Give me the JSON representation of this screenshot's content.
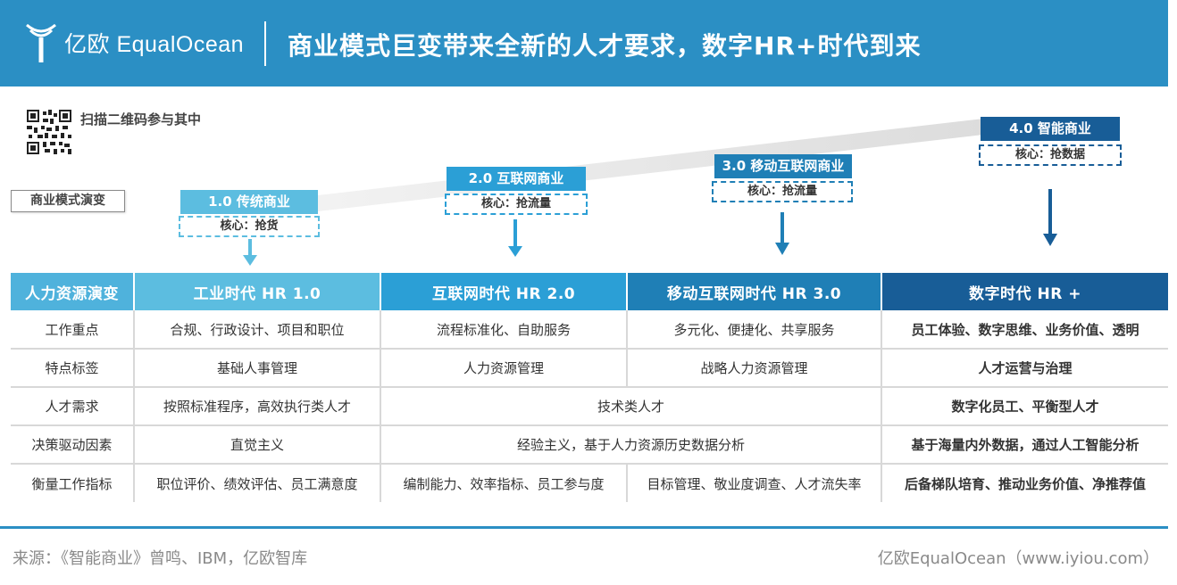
{
  "header": {
    "logo_text": "亿欧 EqualOcean",
    "title": "商业模式巨变带来全新的人才要求，数字HR+时代到来"
  },
  "qr": {
    "caption": "扫描二维码参与其中"
  },
  "evolution_label": "商业模式演变",
  "stages": [
    {
      "label": "1.0 传统商业",
      "core": "核心：抢货",
      "color": "#5cbde0"
    },
    {
      "label": "2.0 互联网商业",
      "core": "核心：抢流量",
      "color": "#2b9fd6"
    },
    {
      "label": "3.0 移动互联网商业",
      "core": "核心：抢流量",
      "color": "#1f7fb6"
    },
    {
      "label": "4.0 智能商业",
      "core": "核心：抢数据",
      "color": "#185d97"
    }
  ],
  "table": {
    "headers": [
      {
        "label": "人力资源演变",
        "color": "#4fb2dc"
      },
      {
        "label": "工业时代 HR 1.0",
        "color": "#5cbde0"
      },
      {
        "label": "互联网时代 HR 2.0",
        "color": "#2b9fd6"
      },
      {
        "label": "移动互联网时代 HR 3.0",
        "color": "#1f7fb6"
      },
      {
        "label": "数字时代 HR +",
        "color": "#185d97"
      }
    ],
    "rows": [
      {
        "label": "工作重点",
        "c1": "合规、行政设计、项目和职位",
        "c2": "流程标准化、自助服务",
        "c3": "多元化、便捷化、共享服务",
        "c4": "员工体验、数字思维、业务价值、透明"
      },
      {
        "label": "特点标签",
        "c1": "基础人事管理",
        "c2": "人力资源管理",
        "c3": "战略人力资源管理",
        "c4": "人才运营与治理"
      },
      {
        "label": "人才需求",
        "c1": "按照标准程序，高效执行类人才",
        "c23": "技术类人才",
        "c4": "数字化员工、平衡型人才"
      },
      {
        "label": "决策驱动因素",
        "c1": "直觉主义",
        "c23": "经验主义，基于人力资源历史数据分析",
        "c4": "基于海量内外数据，通过人工智能分析"
      },
      {
        "label": "衡量工作指标",
        "c1": "职位评价、绩效评估、员工满意度",
        "c2": "编制能力、效率指标、员工参与度",
        "c3": "目标管理、敬业度调查、人才流失率",
        "c4": "后备梯队培育、推动业务价值、净推荐值"
      }
    ]
  },
  "footer": {
    "source": "来源：《智能商业》曾鸣、IBM，亿欧智库",
    "brand": "亿欧EqualOcean（www.iyiou.com）"
  }
}
